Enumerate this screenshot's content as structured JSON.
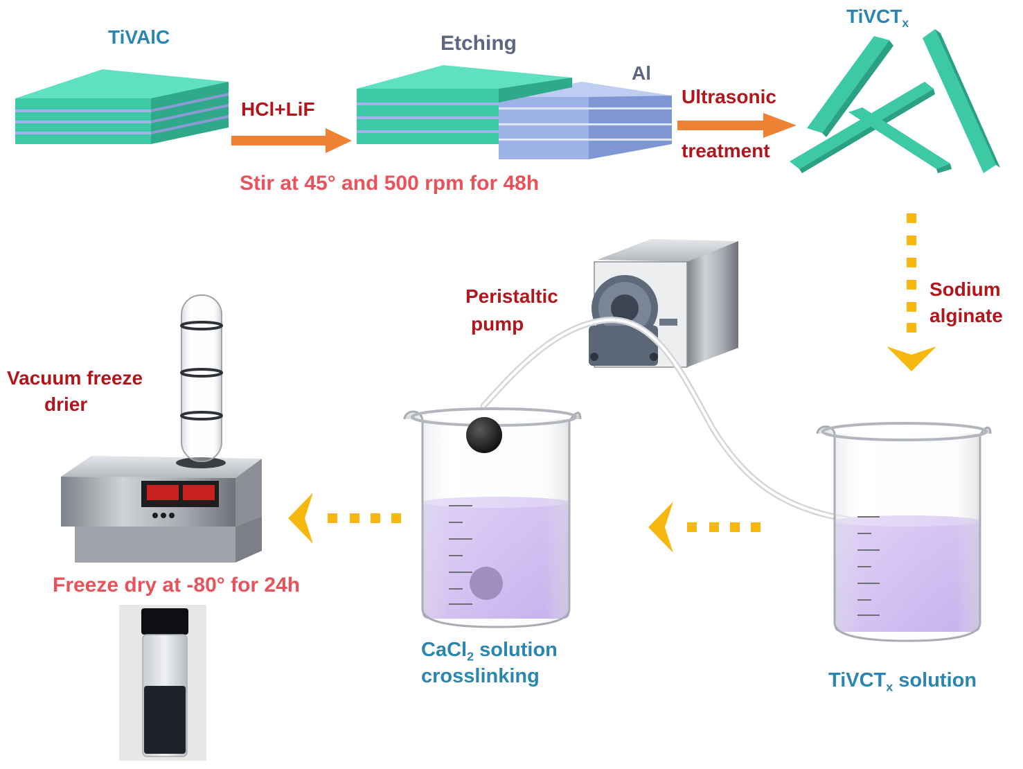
{
  "labels": {
    "tivalc": "TiVAlC",
    "etching": "Etching",
    "al": "Al",
    "hcl_lif": "HCl+LiF",
    "ultrasonic": "Ultrasonic",
    "treatment": "treatment",
    "stir": "Stir at 45° and 500 rpm for 48h",
    "tivctx_main": "TiVCT",
    "tivctx_sub": "x",
    "sodium": "Sodium",
    "alginate": "alginate",
    "peristaltic": "Peristaltic",
    "pump": "pump",
    "vacuum": "Vacuum freeze",
    "drier": "drier",
    "freeze_dry": "Freeze dry at -80° for 24h",
    "cacl_a": "CaCl",
    "cacl_sub": "2",
    "cacl_b": " solution",
    "crosslinking": "crosslinking",
    "solution_main": "TiVCT",
    "solution_sub": "x",
    "solution_b": " solution"
  },
  "colors": {
    "layer_green": "#3ec9a6",
    "layer_lavender": "#a8b2ea",
    "al_blue": "#9db3e8",
    "arrow_orange": "#ee8133",
    "arrow_yellow": "#f6b80f",
    "solution_purple": "#b89ae6",
    "label_blue": "#2a86b0",
    "label_red": "#b0161c",
    "label_pink": "#e8525a"
  }
}
